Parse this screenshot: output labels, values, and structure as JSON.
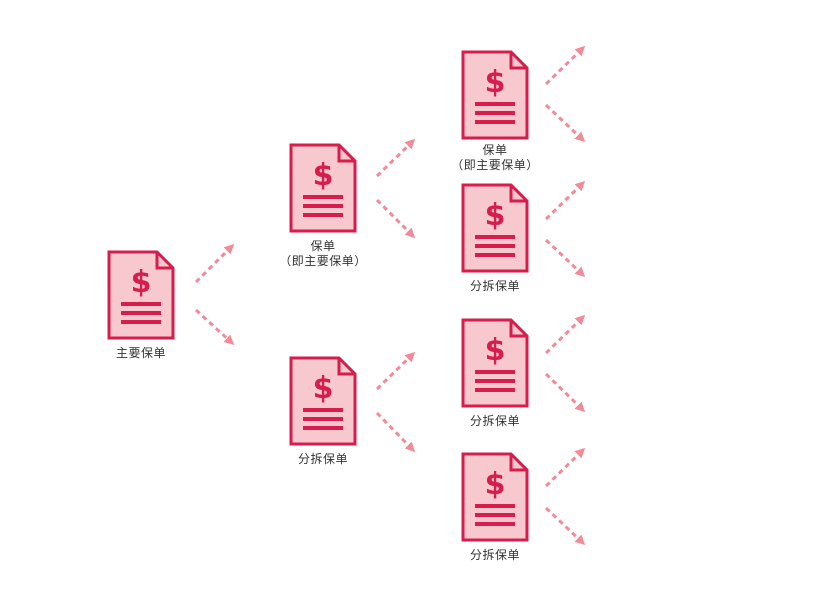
{
  "colors": {
    "icon_fill": "#f7c9cf",
    "icon_stroke": "#d61d4b",
    "arrow": "#f28b98",
    "text": "#333333"
  },
  "icon": "dollar-document-icon",
  "nodes": {
    "root": {
      "line1": "主要保单",
      "line2": ""
    },
    "l1_top": {
      "line1": "保单",
      "line2": "（即主要保单）"
    },
    "l1_bottom": {
      "line1": "分拆保单",
      "line2": ""
    },
    "l2_1": {
      "line1": "保单",
      "line2": "（即主要保单）"
    },
    "l2_2": {
      "line1": "分拆保单",
      "line2": ""
    },
    "l2_3": {
      "line1": "分拆保单",
      "line2": ""
    },
    "l2_4": {
      "line1": "分拆保单",
      "line2": ""
    }
  }
}
